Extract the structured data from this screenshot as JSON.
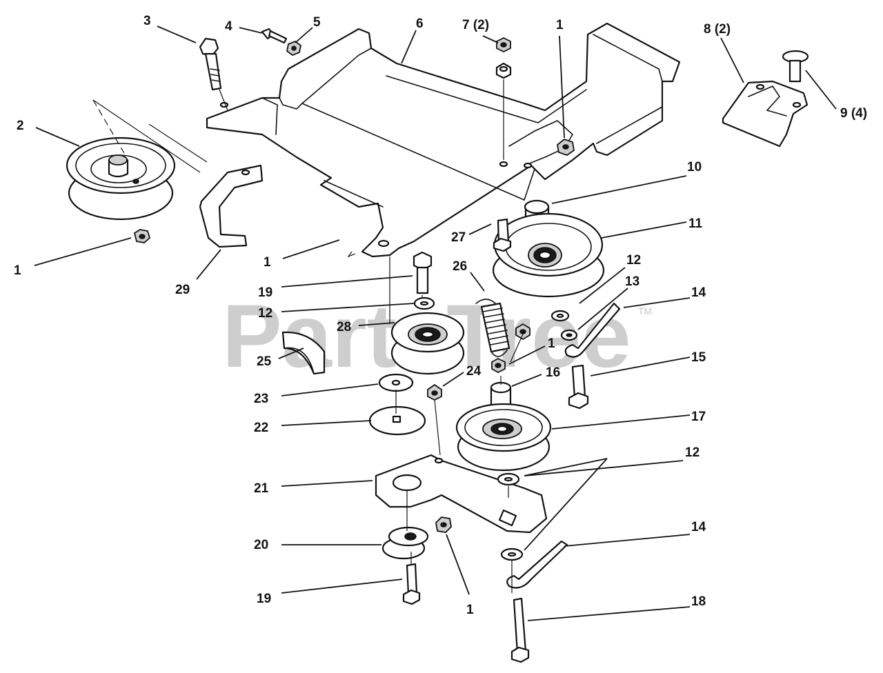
{
  "watermark": {
    "text": "PartsTree",
    "trademark": "TM"
  },
  "callouts": [
    "1",
    "2",
    "3",
    "4",
    "5",
    "6",
    "7 (2)",
    "1",
    "8 (2)",
    "9 (4)",
    "10",
    "11",
    "27",
    "1",
    "29",
    "19",
    "12",
    "26",
    "28",
    "12",
    "13",
    "14",
    "25",
    "1",
    "24",
    "16",
    "15",
    "23",
    "22",
    "17",
    "12",
    "21",
    "20",
    "14",
    "19",
    "1",
    "18"
  ]
}
